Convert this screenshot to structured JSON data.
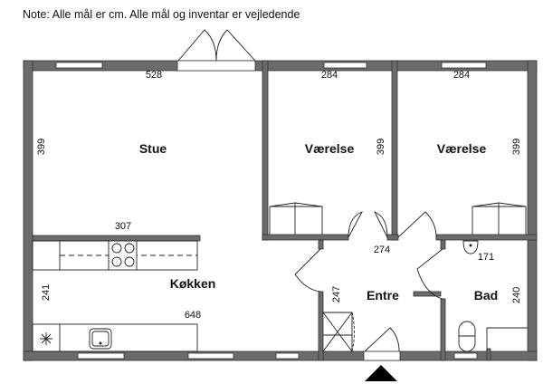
{
  "note": "Note: Alle mål er cm. Alle mål og inventar er vejledende",
  "rooms": {
    "stue": {
      "name": "Stue",
      "width": "528",
      "depth": "399"
    },
    "vaerelse1": {
      "name": "Værelse",
      "width": "284",
      "depth": "399"
    },
    "vaerelse2": {
      "name": "Værelse",
      "width": "284",
      "depth": "399"
    },
    "koekken": {
      "name": "Køkken",
      "width_top": "307",
      "width": "648",
      "depth": "241"
    },
    "entre": {
      "name": "Entre",
      "width": "274",
      "depth": "247"
    },
    "bad": {
      "name": "Bad",
      "width": "171",
      "depth": "240"
    }
  },
  "colors": {
    "wall": "#6b6b6b"
  }
}
